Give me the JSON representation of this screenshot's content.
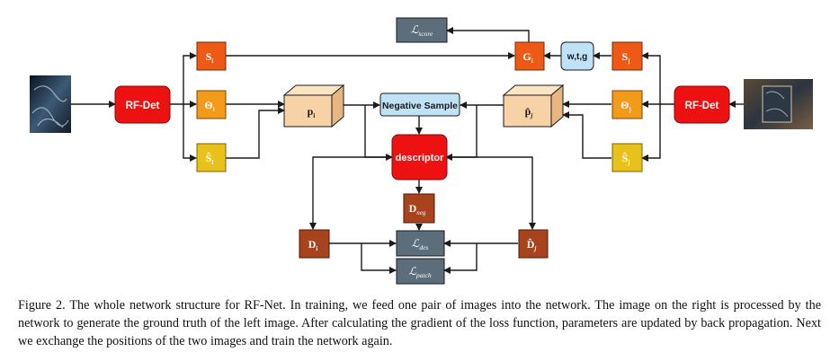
{
  "diagram": {
    "nodes": {
      "rfdet_left": "RF-Det",
      "rfdet_right": "RF-Det",
      "s_i": "S",
      "s_i_sub": "i",
      "theta_i": "Θ",
      "theta_i_sub": "i",
      "shat_i": "Ŝ",
      "shat_i_sub": "i",
      "p_i": "p",
      "p_i_sub": "i",
      "negative_sample": "Negative Sample",
      "descriptor": "descriptor",
      "phat_j": "p̂",
      "phat_j_sub": "j",
      "g_i": "G",
      "g_i_sub": "i",
      "wtg": "w,t,g",
      "s_j": "S",
      "s_j_sub": "j",
      "theta_j": "Θ",
      "theta_j_sub": "j",
      "shat_j": "Ŝ",
      "shat_j_sub": "j",
      "l_score": "ℒ",
      "l_score_sub": "score",
      "d_neg": "D",
      "d_neg_sub": "neg",
      "d_i": "D",
      "d_i_sub": "i",
      "l_des": "ℒ",
      "l_des_sub": "des",
      "dhat_j": "D̂",
      "dhat_j_sub": "j",
      "l_patch": "ℒ",
      "l_patch_sub": "patch"
    },
    "colors": {
      "red": "#ee1111",
      "orange": "#ee5a16",
      "amber": "#f39a1b",
      "yellow": "#e8c21a",
      "peach": "#f7d2a6",
      "light_blue": "#bfe2f7",
      "slate": "#5c6e7c",
      "brown": "#a8431e"
    }
  },
  "caption": "Figure 2.  The whole network structure for RF-Net. In training, we feed one pair of images into the network. The image on the right is processed by the network to generate the ground truth of the left image. After calculating the gradient of the loss function, parameters are updated by back propagation. Next we exchange the positions of the two images and train the network again."
}
